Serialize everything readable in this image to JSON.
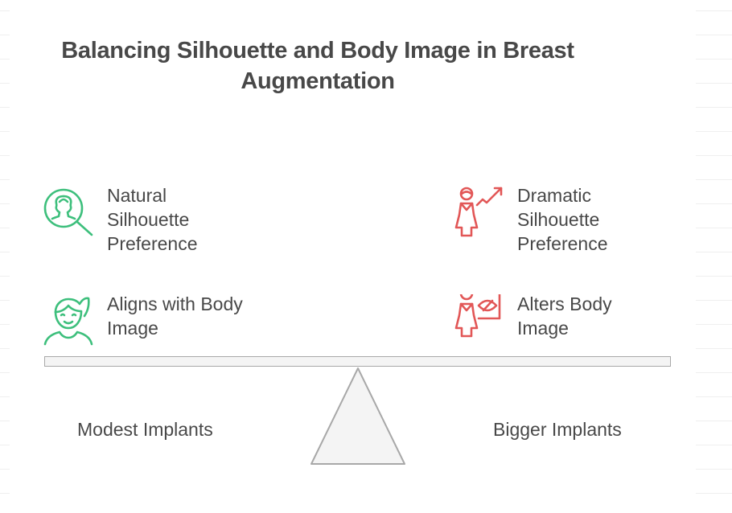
{
  "title": {
    "line1": "Balancing Silhouette and Body Image in Breast",
    "line2": "Augmentation"
  },
  "colors": {
    "left_accent": "#3dbf7c",
    "right_accent": "#e25757",
    "text": "#484848",
    "seesaw_fill": "#f4f4f4",
    "seesaw_stroke": "#a8a8a8"
  },
  "left": {
    "items": [
      {
        "icon": "person-search-icon",
        "lines": [
          "Natural",
          "Silhouette",
          "Preference"
        ]
      },
      {
        "icon": "woman-smiling-icon",
        "lines": [
          "Aligns with Body",
          "Image"
        ]
      }
    ],
    "side_label": "Modest Implants"
  },
  "right": {
    "items": [
      {
        "icon": "woman-trend-up-icon",
        "lines": [
          "Dramatic",
          "Silhouette",
          "Preference"
        ]
      },
      {
        "icon": "woman-presentation-eye-icon",
        "lines": [
          "Alters Body",
          "Image"
        ]
      }
    ],
    "side_label": "Bigger Implants"
  }
}
